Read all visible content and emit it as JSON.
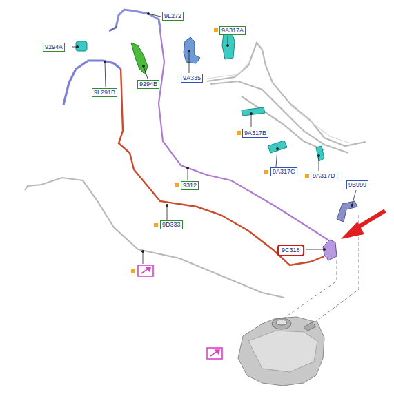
{
  "diagram": {
    "labels": [
      "9294A",
      "9L272",
      "9A317A",
      "9A335",
      "9294B",
      "9L291B",
      "9A317B",
      "9312",
      "9A317C",
      "9A317D",
      "9B999",
      "9D333",
      "9C318"
    ]
  }
}
